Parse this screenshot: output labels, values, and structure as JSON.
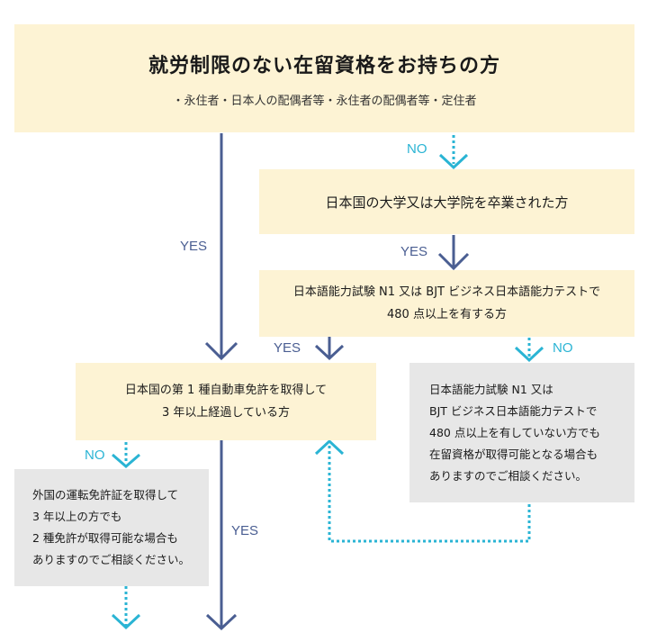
{
  "header": {
    "title": "就労制限のない在留資格をお持ちの方",
    "subtitle": "・永住者・日本人の配偶者等・永住者の配偶者等・定住者"
  },
  "graduate_box": {
    "text": "日本国の大学又は大学院を卒業された方"
  },
  "jlpt_box": {
    "line1": "日本語能力試験 N1 又は BJT ビジネス日本語能力テストで",
    "line2": "480 点以上を有する方"
  },
  "license_box": {
    "line1": "日本国の第 1 種自動車免許を取得して",
    "line2": "3 年以上経過している方"
  },
  "jlpt_no_note": {
    "lines": [
      "日本語能力試験 N1 又は",
      "BJT ビジネス日本語能力テストで",
      "480 点以上を有していない方でも",
      "在留資格が取得可能となる場合も",
      "ありますのでご相談ください。"
    ]
  },
  "license_no_note": {
    "lines": [
      "外国の運転免許証を取得して",
      "3 年以上の方でも",
      "2 種免許が取得可能な場合も",
      "ありますのでご相談ください。"
    ]
  },
  "labels": {
    "yes": "YES",
    "no": "NO"
  },
  "colors": {
    "yes_arrow": "#4a5e92",
    "no_arrow": "#2ab4d4",
    "decision_box": "#fdf3d4",
    "note_box": "#e7e7e7"
  }
}
